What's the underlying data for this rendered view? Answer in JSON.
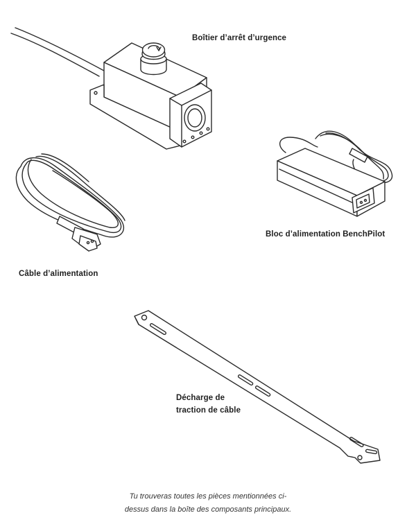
{
  "components": [
    {
      "label": "Boîtier d’arrêt d’urgence",
      "icon": "emergency-stop-box-illustration"
    },
    {
      "label": "Bloc d’alimentation BenchPilot",
      "icon": "power-supply-illustration"
    },
    {
      "label": "Câble d’alimentation",
      "icon": "power-cable-illustration"
    },
    {
      "label_line1": "Décharge de",
      "label_line2": "traction de câble",
      "icon": "strain-relief-bar-illustration"
    }
  ],
  "caption": {
    "line1": "Tu trouveras toutes les pièces mentionnées ci-",
    "line2": "dessus dans la boîte des composants principaux."
  }
}
